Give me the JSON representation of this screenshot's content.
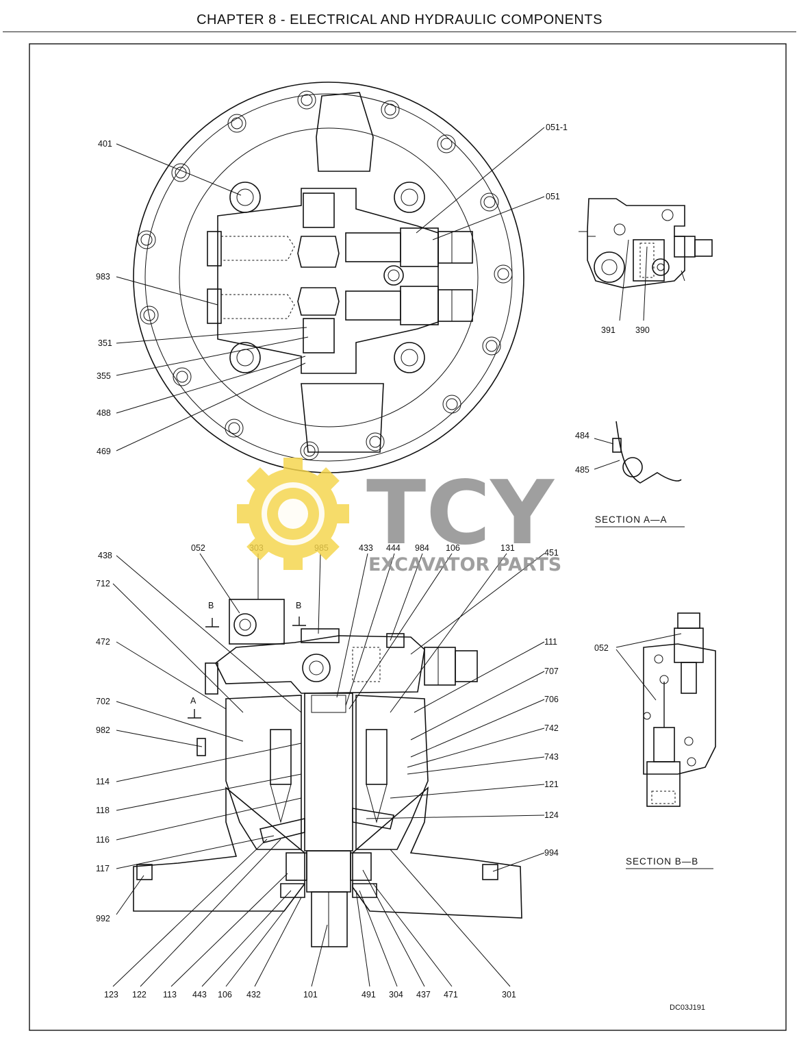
{
  "page": {
    "chapter_title": "CHAPTER 8 - ELECTRICAL AND HYDRAULIC COMPONENTS",
    "drawing_code": "DC03J191"
  },
  "sections": {
    "a_a": "SECTION A—A",
    "b_b": "SECTION B—B"
  },
  "section_marks": {
    "b": "B",
    "a": "A"
  },
  "watermark": {
    "brand": "TCY",
    "subtitle": "EXCAVATOR PARTS",
    "colors": {
      "gear": "#F5D54A",
      "text": "#8A8A8A"
    }
  },
  "callouts": {
    "top_view": [
      "401",
      "983",
      "351",
      "355",
      "488",
      "469",
      "051-1",
      "051"
    ],
    "side_detail": [
      "391",
      "390"
    ],
    "section_a": [
      "484",
      "485"
    ],
    "main_top": [
      "438",
      "052",
      "303",
      "985",
      "433",
      "444",
      "984",
      "106",
      "131",
      "451"
    ],
    "main_left": [
      "712",
      "472",
      "702",
      "982",
      "114",
      "118",
      "116",
      "117",
      "992"
    ],
    "main_right": [
      "111",
      "707",
      "706",
      "742",
      "743",
      "121",
      "124",
      "994"
    ],
    "main_bottom": [
      "123",
      "122",
      "113",
      "443",
      "106",
      "432",
      "101",
      "491",
      "304",
      "437",
      "471",
      "301"
    ],
    "section_b": [
      "052"
    ]
  }
}
